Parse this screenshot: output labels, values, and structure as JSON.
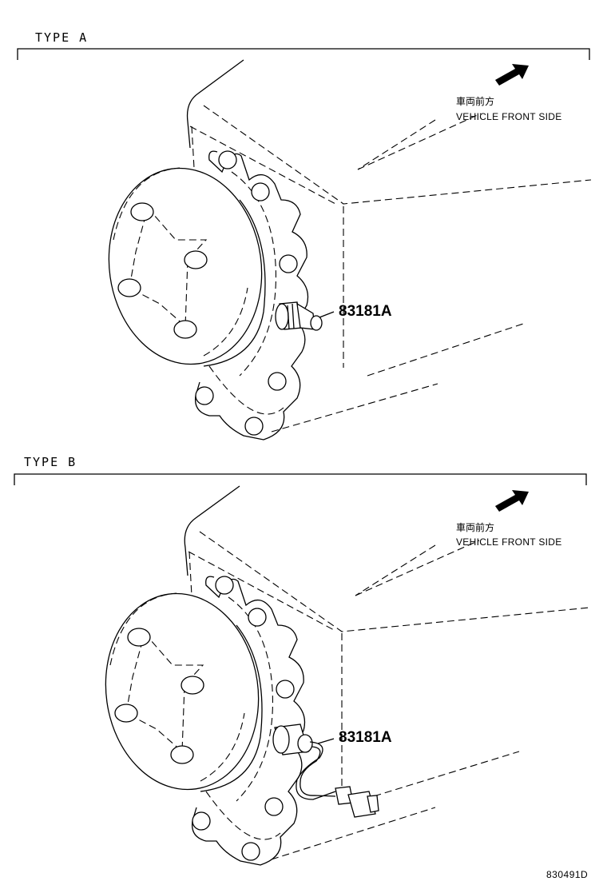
{
  "sections": [
    {
      "title": "TYPE  A",
      "direction_jp": "車両前方",
      "direction_en": "VEHICLE FRONT SIDE",
      "part_number": "83181A",
      "part_variant": "sensor-plug"
    },
    {
      "title": "TYPE  B",
      "direction_jp": "車両前方",
      "direction_en": "VEHICLE FRONT SIDE",
      "part_number": "83181A",
      "part_variant": "sensor-with-harness"
    }
  ],
  "illustration_code": "830491D",
  "icons": [
    "front-direction-arrow-icon"
  ]
}
